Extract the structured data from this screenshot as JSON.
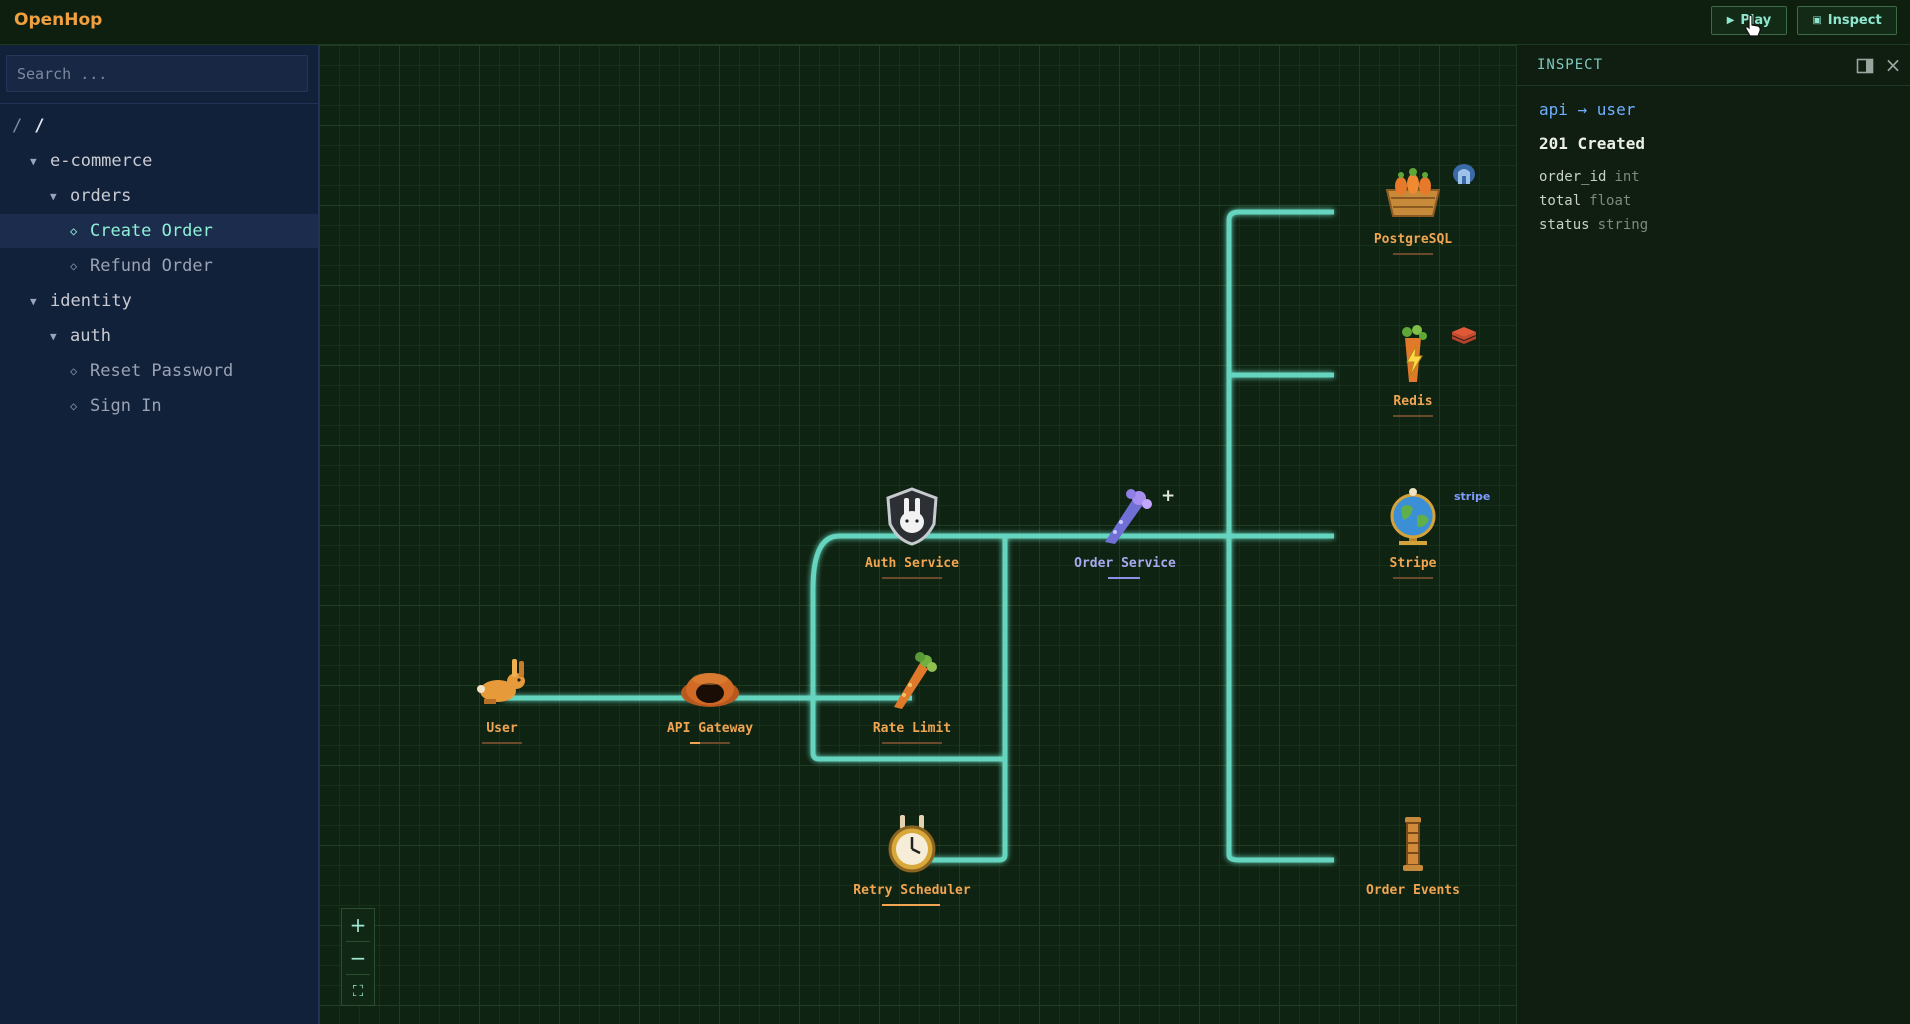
{
  "app": {
    "brand": "OpenHop"
  },
  "toolbar": {
    "play_label": "Play",
    "inspect_label": "Inspect"
  },
  "sidebar": {
    "search_placeholder": "Search ...",
    "root": {
      "slash_a": "/",
      "slash_b": "/"
    },
    "tree": [
      {
        "label": "e-commerce",
        "type": "folder"
      },
      {
        "label": "orders",
        "type": "folder"
      },
      {
        "label": "Create Order",
        "type": "leaf",
        "selected": true
      },
      {
        "label": "Refund Order",
        "type": "leaf"
      },
      {
        "label": "identity",
        "type": "folder"
      },
      {
        "label": "auth",
        "type": "folder"
      },
      {
        "label": "Reset Password",
        "type": "leaf"
      },
      {
        "label": "Sign In",
        "type": "leaf"
      }
    ]
  },
  "canvas": {
    "nodes": [
      {
        "id": "user",
        "label": "User",
        "icon": "rabbit-icon"
      },
      {
        "id": "api",
        "label": "API Gateway",
        "icon": "burrow-icon"
      },
      {
        "id": "auth",
        "label": "Auth Service",
        "icon": "shield-rabbit-icon"
      },
      {
        "id": "rate",
        "label": "Rate Limit",
        "icon": "carrot-icon"
      },
      {
        "id": "retry",
        "label": "Retry Scheduler",
        "icon": "stopwatch-icon"
      },
      {
        "id": "order",
        "label": "Order Service",
        "icon": "purple-carrot-icon"
      },
      {
        "id": "pg",
        "label": "PostgreSQL",
        "icon": "carrot-basket-icon"
      },
      {
        "id": "redis",
        "label": "Redis",
        "icon": "lightning-carrot-icon"
      },
      {
        "id": "stripe",
        "label": "Stripe",
        "icon": "globe-icon"
      },
      {
        "id": "events",
        "label": "Order Events",
        "icon": "scroll-tower-icon"
      }
    ],
    "badges": {
      "stripe": "stripe"
    },
    "zoom": {
      "in": "+",
      "out": "−",
      "fit": "⛶"
    }
  },
  "inspector": {
    "title": "INSPECT",
    "route": "api → user",
    "status": "201 Created",
    "fields": [
      {
        "name": "order_id",
        "type": "int"
      },
      {
        "name": "total",
        "type": "float"
      },
      {
        "name": "status",
        "type": "string"
      }
    ]
  },
  "colors": {
    "accent": "#8ff0d6",
    "label": "#f0a552",
    "wire": "#7ff2dc",
    "brand": "#f0a040"
  }
}
